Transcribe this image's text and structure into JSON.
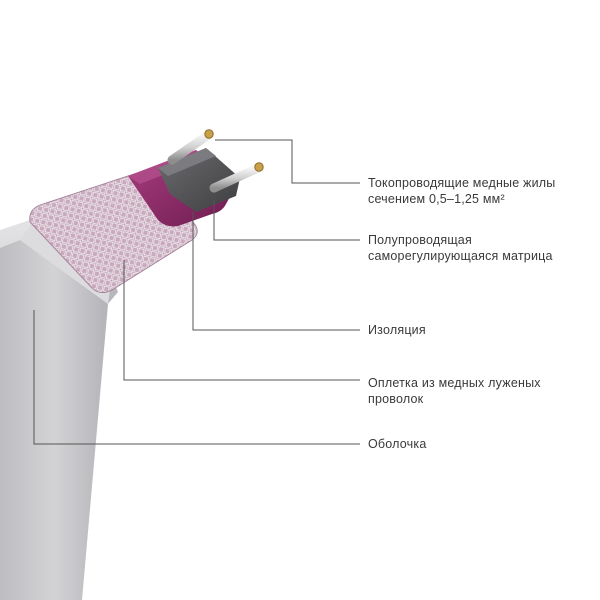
{
  "diagram": {
    "colors": {
      "sheath": "#c9c9cc",
      "sheath_dark": "#a9a9ad",
      "braid": "#d9c6d2",
      "insulation": "#8b2a66",
      "matrix": "#555558",
      "copper": "#c8a04a",
      "leader_line": "#555555"
    },
    "labels": [
      {
        "id": "conductors",
        "lines": [
          "Токопроводящие медные жилы",
          "сечением 0,5–1,25 мм²"
        ]
      },
      {
        "id": "matrix",
        "lines": [
          "Полупроводящая",
          "саморегулирующаяся матрица"
        ]
      },
      {
        "id": "insulation",
        "lines": [
          "Изоляция"
        ]
      },
      {
        "id": "braid",
        "lines": [
          "Оплетка из медных луженых",
          "проволок"
        ]
      },
      {
        "id": "sheath",
        "lines": [
          "Оболочка"
        ]
      }
    ]
  }
}
